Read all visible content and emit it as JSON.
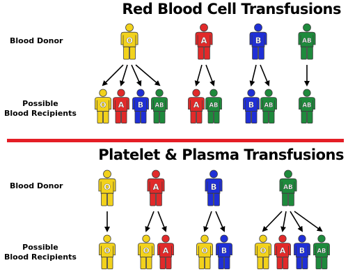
{
  "sections": [
    {
      "title": "Red Blood Cell Transfusions",
      "donor_label": "Blood Donor",
      "recipients_label_line1": "Possible",
      "recipients_label_line2": "Blood Recipients",
      "groups": [
        {
          "donor": "O",
          "recipients": [
            "O",
            "A",
            "B",
            "AB"
          ]
        },
        {
          "donor": "A",
          "recipients": [
            "A",
            "AB"
          ]
        },
        {
          "donor": "B",
          "recipients": [
            "B",
            "AB"
          ]
        },
        {
          "donor": "AB",
          "recipients": [
            "AB"
          ]
        }
      ]
    },
    {
      "title": "Platelet & Plasma Transfusions",
      "donor_label": "Blood Donor",
      "recipients_label_line1": "Possible",
      "recipients_label_line2": "Blood Recipients",
      "groups": [
        {
          "donor": "O",
          "recipients": [
            "O"
          ]
        },
        {
          "donor": "A",
          "recipients": [
            "O",
            "A"
          ]
        },
        {
          "donor": "B",
          "recipients": [
            "O",
            "B"
          ]
        },
        {
          "donor": "AB",
          "recipients": [
            "O",
            "A",
            "B",
            "AB"
          ]
        }
      ]
    }
  ],
  "colors": {
    "O": "#f2d21c",
    "A": "#e12a2a",
    "B": "#1f2fd6",
    "AB": "#1e8a3c",
    "divider": "#e41e26",
    "arrow": "#000000"
  }
}
